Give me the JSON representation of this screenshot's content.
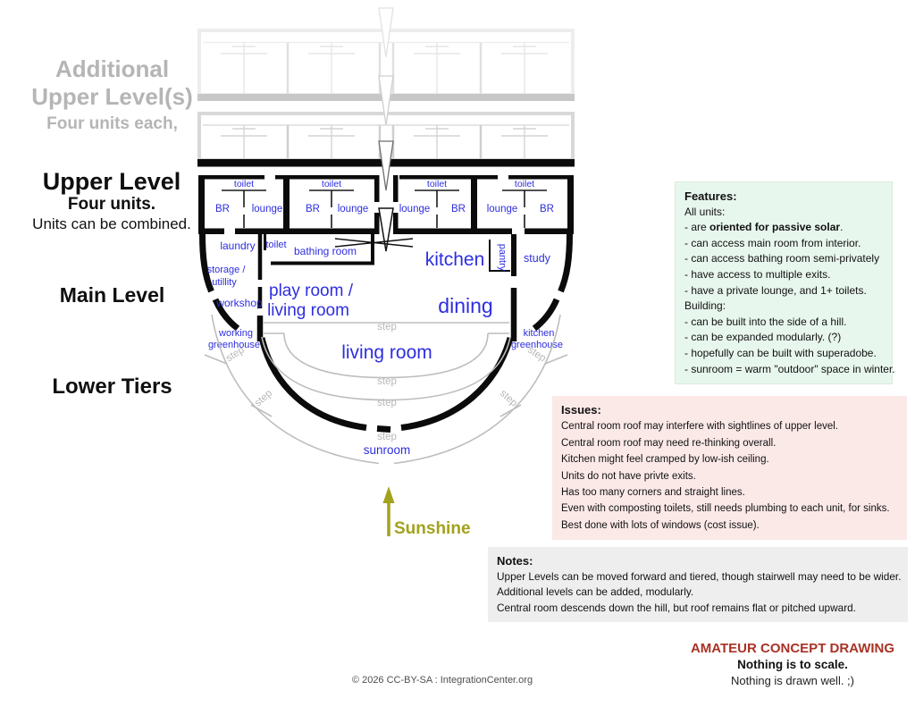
{
  "left_labels": {
    "additional_title": "Additional\nUpper Level(s)",
    "additional_sub": "Four units each,",
    "upper_title": "Upper Level",
    "upper_sub": "Four units.",
    "upper_note": "Units can be combined.",
    "main_title": "Main Level",
    "lower_title": "Lower Tiers"
  },
  "plan": {
    "units": [
      {
        "toilet": "toilet",
        "left": "BR",
        "right": "lounge"
      },
      {
        "toilet": "toilet",
        "left": "BR",
        "right": "lounge"
      },
      {
        "toilet": "toilet",
        "left": "lounge",
        "right": "BR"
      },
      {
        "toilet": "toilet",
        "left": "lounge",
        "right": "BR"
      }
    ],
    "rooms": {
      "laundry": "laundry",
      "toilet": "toilet",
      "bathing_room": "bathing room",
      "storage_line1": "storage /",
      "storage_line2": "utillity",
      "workshop": "workshop",
      "playroom_line1": "play room /",
      "playroom_line2": "living room",
      "kitchen": "kitchen",
      "pantry": "pantry",
      "study": "study",
      "dining": "dining",
      "working_greenhouse_line1": "working",
      "working_greenhouse_line2": "greenhouse",
      "kitchen_greenhouse_line1": "kitchen",
      "kitchen_greenhouse_line2": "greenhouse",
      "living_room": "living room",
      "sunroom": "sunroom",
      "step": "step"
    },
    "sunshine": "Sunshine"
  },
  "features": {
    "title": "Features:",
    "all_units": "All units:",
    "solar_prefix": "- are ",
    "solar_bold": "oriented for passive solar",
    "solar_suffix": ".",
    "unit_lines": [
      "- can access main room from interior.",
      "- can access bathing room semi-privately",
      "- have access to multiple exits.",
      "- have a private lounge, and 1+ toilets."
    ],
    "building_label": "Building:",
    "building_lines": [
      "- can be built into the side of a hill.",
      "- can be expanded modularly. (?)",
      "- hopefully can be built with superadobe.",
      "- sunroom = warm \"outdoor\" space in winter."
    ]
  },
  "issues": {
    "title": "Issues:",
    "lines": [
      "Central room roof may interfere with sightlines of upper level.",
      "Central room roof may need re-thinking overall.",
      "Kitchen might feel cramped by low-ish ceiling.",
      "Units do not have privte exits.",
      "Has too many corners and straight lines.",
      "Even with composting toilets, still needs plumbing to each unit, for sinks.",
      "Best done with lots of windows (cost issue)."
    ]
  },
  "notes": {
    "title": "Notes:",
    "lines": [
      "Upper Levels can be moved forward and tiered, though stairwell may need to be wider.",
      "Additional levels can be added, modularly.",
      "Central room descends down the hill, but roof remains flat or pitched upward."
    ]
  },
  "footer": {
    "disclaimer_title": "AMATEUR CONCEPT DRAWING",
    "disclaimer_line1": "Nothing is to scale.",
    "disclaimer_line2": "Nothing is drawn well. ;)",
    "copyright": "© 2026 CC-BY-SA : IntegrationCenter.org"
  },
  "colors": {
    "room_label_blue": "#2e2ee0",
    "wall_black": "#0b0b0b",
    "faded_level_light": "#e7e7e7",
    "faded_level_mid": "#c7c7c7",
    "step_gray": "#b8b8b8",
    "sunshine_olive": "#a2a21d",
    "features_bg": "#e8f7ee",
    "issues_bg": "#fbe9e8",
    "notes_bg": "#eeeeee",
    "disclaimer_red": "#a93226"
  }
}
